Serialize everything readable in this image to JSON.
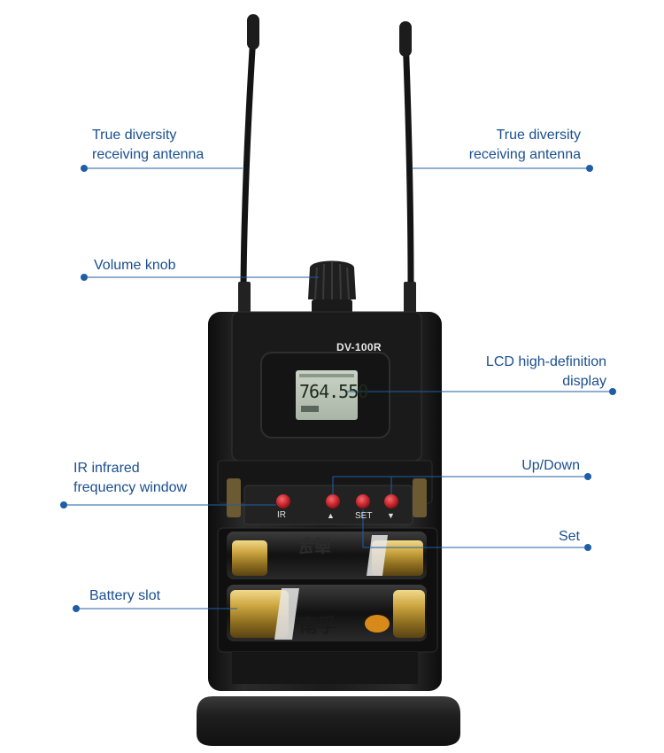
{
  "callouts": {
    "antenna_left": {
      "line1": "True diversity",
      "line2": "receiving antenna"
    },
    "antenna_right": {
      "line1": "True diversity",
      "line2": "receiving antenna"
    },
    "volume_knob": {
      "line1": "Volume knob"
    },
    "lcd_display": {
      "line1": "LCD high-definition",
      "line2": "display"
    },
    "ir_window": {
      "line1": "IR infrared",
      "line2": "frequency window"
    },
    "up_down": {
      "line1": "Up/Down"
    },
    "set": {
      "line1": "Set"
    },
    "battery_slot": {
      "line1": "Battery slot"
    }
  },
  "device": {
    "model": "DV-100R",
    "lcd_frequency": "764.550",
    "buttons": {
      "ir_label": "IR",
      "set_label": "SET",
      "up_symbol": "▲",
      "down_symbol": "▼"
    },
    "battery_brand": "南孚"
  },
  "colors": {
    "callout_text": "#1a4f8f",
    "callout_line": "#1f5da6",
    "device_body": "#1e1e1e",
    "button_red": "#c8232b",
    "battery_gold": "#c9a23a"
  }
}
